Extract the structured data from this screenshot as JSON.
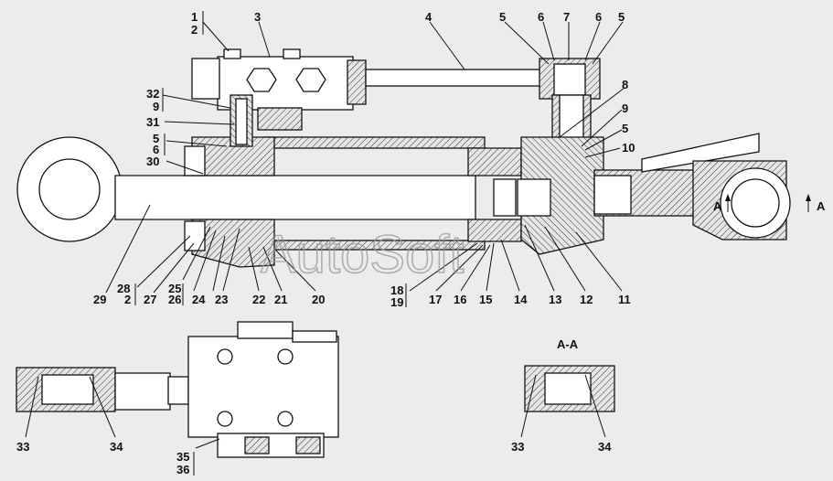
{
  "labels": [
    "1",
    "2",
    "3",
    "4",
    "5",
    "6",
    "7",
    "6",
    "5",
    "8",
    "9",
    "5",
    "10",
    "32",
    "9",
    "31",
    "5",
    "6",
    "30",
    "29",
    "28",
    "2",
    "27",
    "25",
    "26",
    "24",
    "23",
    "22",
    "21",
    "20",
    "18",
    "19",
    "17",
    "16",
    "15",
    "14",
    "13",
    "12",
    "11",
    "33",
    "34",
    "35",
    "36",
    "33",
    "34"
  ],
  "section_title": "A-A",
  "section_marks": [
    "A",
    "A"
  ],
  "watermark": "AutoSoft"
}
